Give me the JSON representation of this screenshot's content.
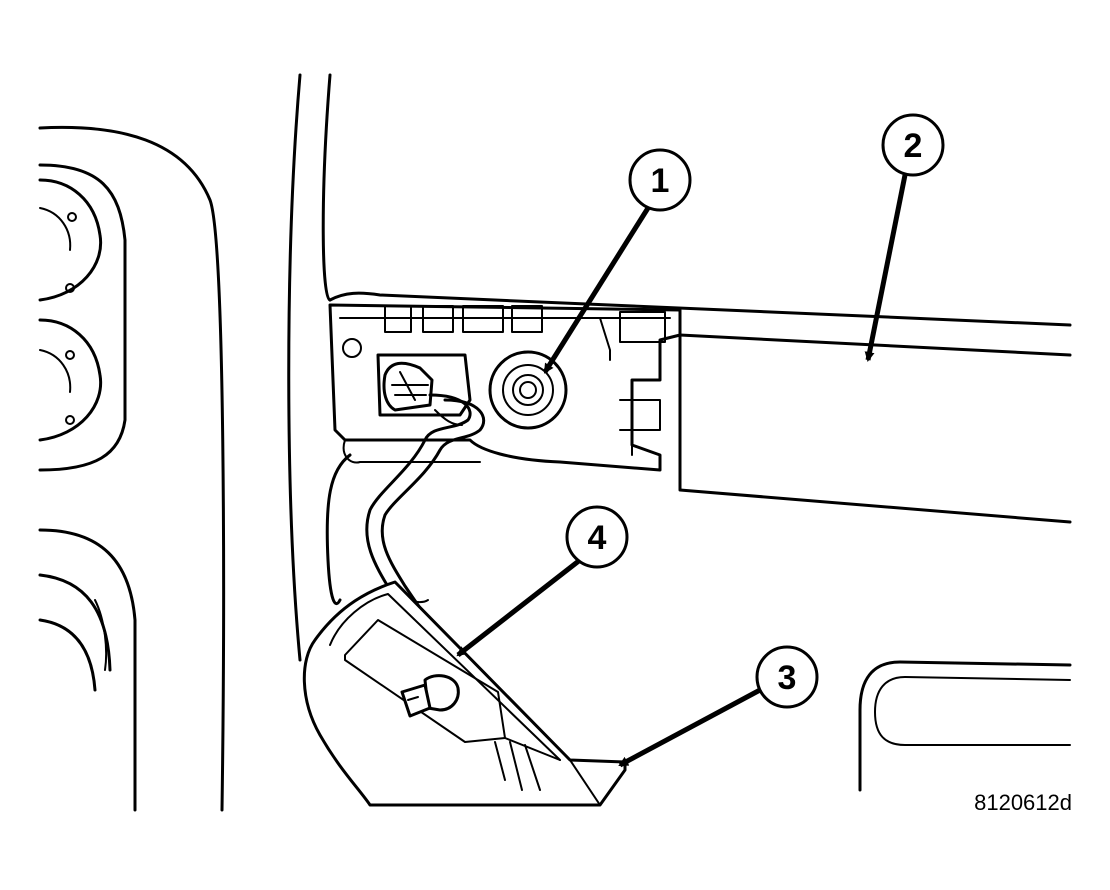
{
  "callouts": [
    {
      "id": "1",
      "label": "1"
    },
    {
      "id": "2",
      "label": "2"
    },
    {
      "id": "3",
      "label": "3"
    },
    {
      "id": "4",
      "label": "4"
    }
  ],
  "figure_reference": "8120612d"
}
